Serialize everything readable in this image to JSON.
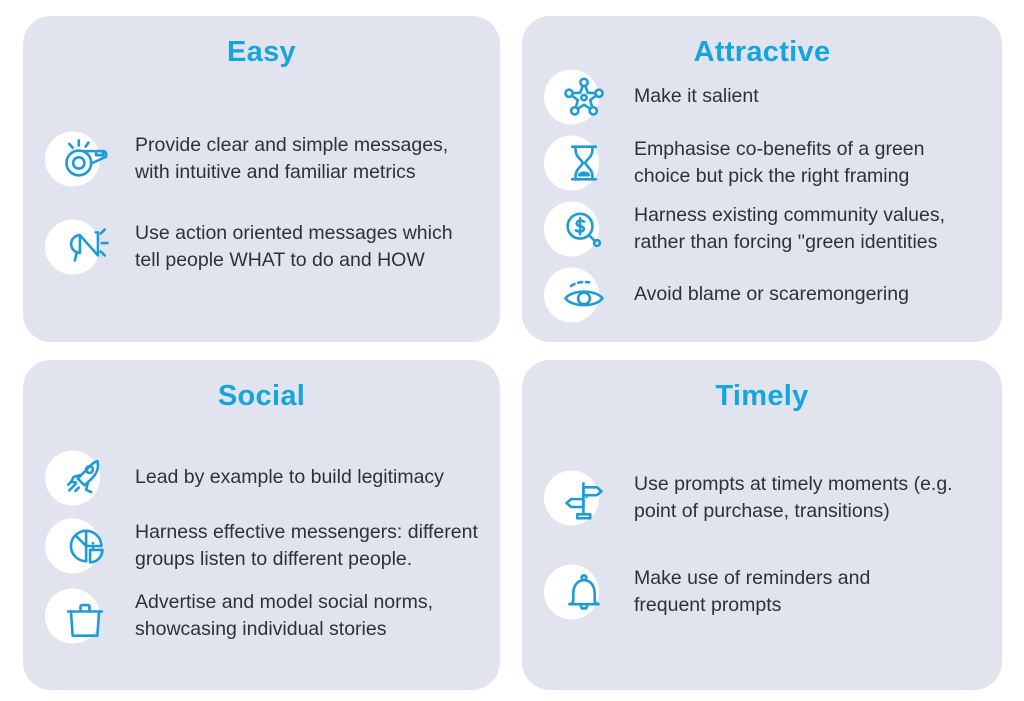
{
  "colors": {
    "accent_cyan": "#14A5DF",
    "icon_stroke": "#1E9BD7",
    "panel_background": "#E1E4EE",
    "body_text": "#2E3136",
    "badge_background": "#FFFFFF",
    "page_background": "#FFFFFF"
  },
  "panels": [
    {
      "id": "easy",
      "title": "Easy",
      "items": [
        {
          "icon": "whistle-icon",
          "text": "Provide clear and simple messages,\nwith intuitive and familiar metrics"
        },
        {
          "icon": "megaphone-icon",
          "text": "Use action oriented messages which\ntell people WHAT to do and HOW"
        }
      ]
    },
    {
      "id": "attractive",
      "title": "Attractive",
      "items": [
        {
          "icon": "molecule-star-icon",
          "text": "Make it salient"
        },
        {
          "icon": "hourglass-icon",
          "text": "Emphasise co-benefits of a green\nchoice but pick the right framing"
        },
        {
          "icon": "search-dollar-icon",
          "text": "Harness existing community values,\nrather than forcing ''green identities"
        },
        {
          "icon": "eye-icon",
          "text": "Avoid blame or scaremongering"
        }
      ]
    },
    {
      "id": "social",
      "title": "Social",
      "items": [
        {
          "icon": "rocket-icon",
          "text": "Lead by example to build legitimacy"
        },
        {
          "icon": "pie-chart-icon",
          "text": "Harness effective messengers: different\ngroups listen to different people."
        },
        {
          "icon": "briefcase-icon",
          "text": "Advertise and model social norms,\nshowcasing individual stories"
        }
      ]
    },
    {
      "id": "timely",
      "title": "Timely",
      "items": [
        {
          "icon": "signpost-icon",
          "text": "Use prompts at timely moments (e.g.\npoint of purchase, transitions)"
        },
        {
          "icon": "bell-icon",
          "text": "Make use of reminders and\nfrequent prompts"
        }
      ]
    }
  ]
}
